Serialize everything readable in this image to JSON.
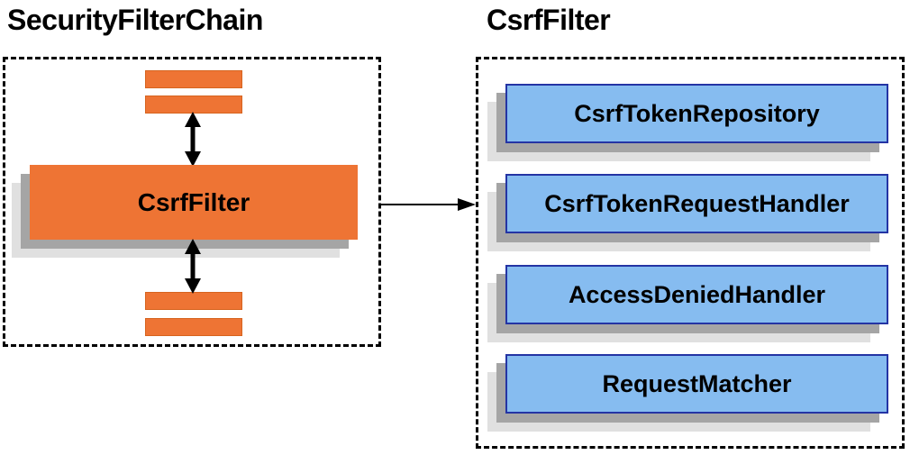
{
  "left_panel": {
    "title": "SecurityFilterChain",
    "csrf_filter_label": "CsrfFilter"
  },
  "right_panel": {
    "title": "CsrfFilter",
    "components": [
      "CsrfTokenRepository",
      "CsrfTokenRequestHandler",
      "AccessDeniedHandler",
      "RequestMatcher"
    ]
  },
  "colors": {
    "orange": "#EE7434",
    "blue-fill": "#86BCF0",
    "blue-border": "#2434A4",
    "shadow-mid": "#A5A5A5",
    "shadow-light": "#E0E0E0",
    "line": "#000000"
  }
}
